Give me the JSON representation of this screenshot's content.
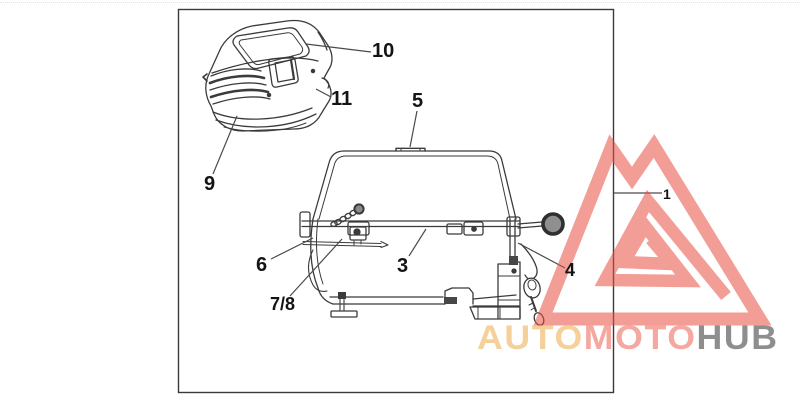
{
  "figure": {
    "description": "Exploded parts diagram of a motorcycle top case (top box): closed case view and open case view with numbered part callouts",
    "callouts": [
      {
        "id": "1",
        "label": "1"
      },
      {
        "id": "3",
        "label": "3"
      },
      {
        "id": "4",
        "label": "4"
      },
      {
        "id": "5",
        "label": "5"
      },
      {
        "id": "6",
        "label": "6"
      },
      {
        "id": "7-8",
        "label": "7/8"
      },
      {
        "id": "9",
        "label": "9"
      },
      {
        "id": "10",
        "label": "10"
      },
      {
        "id": "11",
        "label": "11"
      }
    ]
  },
  "watermark": {
    "text_auto": "AUTO",
    "text_moto": "MOTO",
    "text_hub": "HUB",
    "triangle_color": "#e85043",
    "auto_color": "#f6d09b",
    "moto_color": "#f5a8a0",
    "hub_color": "#8e8e8e"
  },
  "colors": {
    "drawing_line": "#3b3b3b",
    "frame_border": "#3a3a3a",
    "background": "#ffffff"
  }
}
